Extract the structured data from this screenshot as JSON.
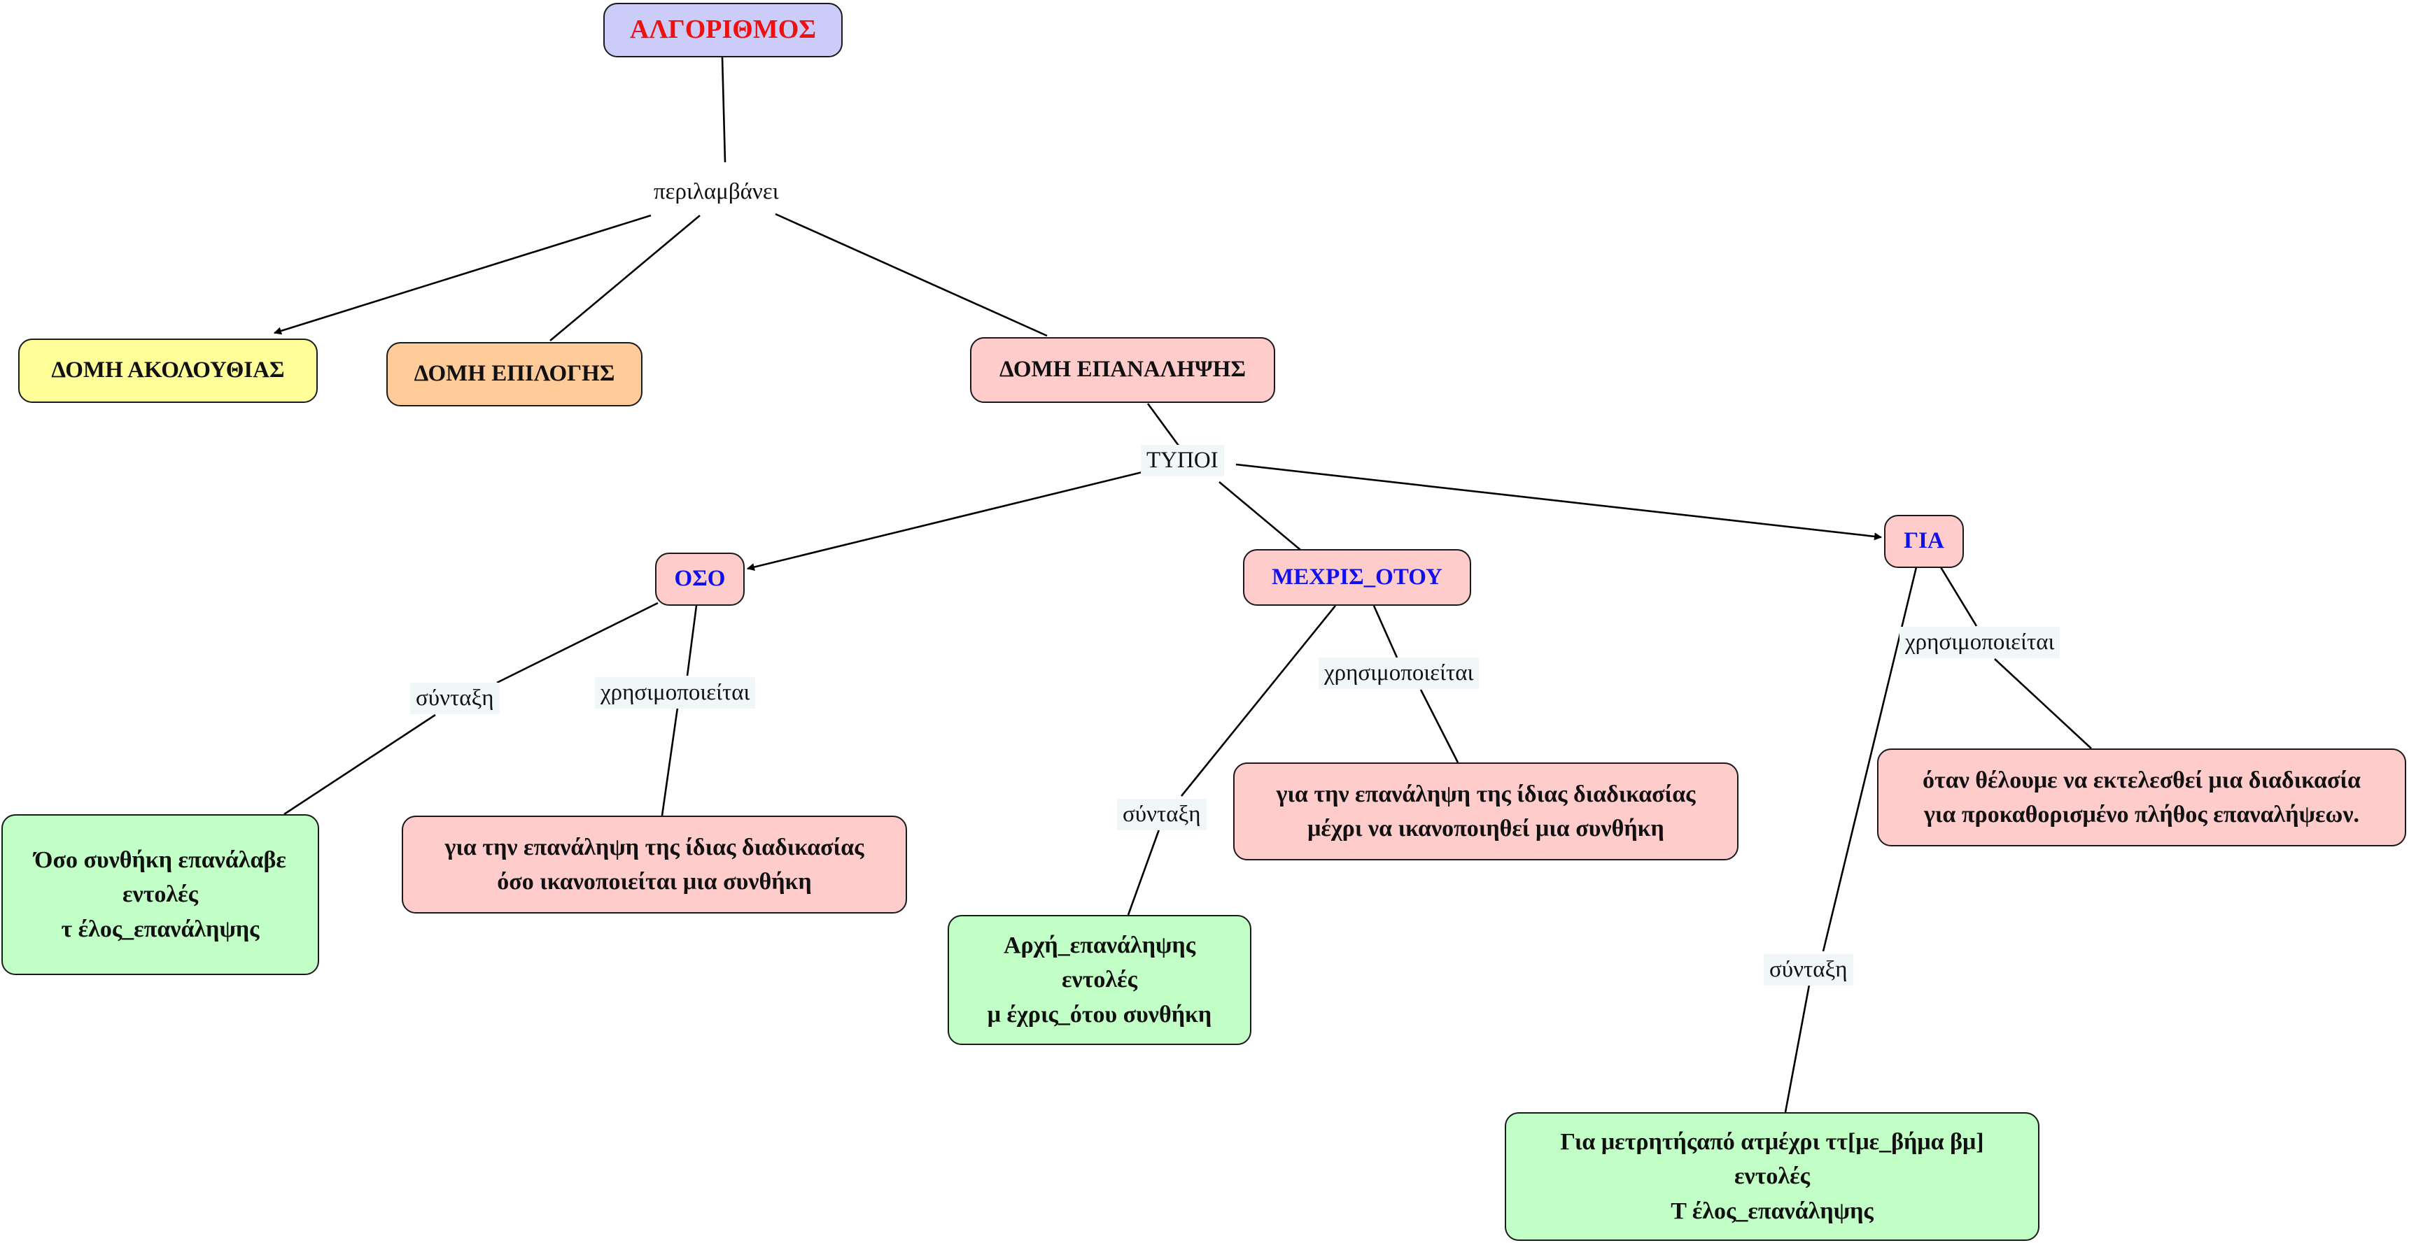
{
  "colors": {
    "title_fill": "#ccccf9",
    "title_text": "#ee1111",
    "sequence_fill": "#ffff99",
    "selection_fill": "#ffcc99",
    "repetition_fill": "#ffcccc",
    "syntax_fill": "#c2ffc6",
    "loop_name_text": "#1010ee",
    "label_bg": "#f1f6f8"
  },
  "nodes": {
    "root": "ΑΛΓΟΡΙΘΜΟΣ",
    "sequence": "ΔΟΜΗ ΑΚΟΛΟΥΘΙΑΣ",
    "selection": "ΔΟΜΗ ΕΠΙΛΟΓΗΣ",
    "repetition": "ΔΟΜΗ ΕΠΑΝΑΛΗΨΗΣ",
    "while": "ΟΣΟ",
    "until": "ΜΕΧΡΙΣ_ΟΤΟΥ",
    "for": "ΓΙΑ",
    "while_syntax": "Όσο συνθήκη επανάλαβε\nεντολές\nτ έλος_επανάληψης",
    "while_use": "για την επανάληψη της ίδιας διαδικασίας\nόσο ικανοποιείται μια συνθήκη",
    "until_syntax": "Αρχή_επανάληψης\nεντολές\nμ έχρις_ότου συνθήκη",
    "until_use": "για την επανάληψη της ίδιας διαδικασίας\nμέχρι να ικανοποιηθεί μια συνθήκη",
    "for_use": "όταν θέλουμε να εκτελεσθεί μια διαδικασία\nγια προκαθορισμένο πλήθος επαναλήψεων.",
    "for_syntax": "Για μετρητήςαπό ατμέχρι ττ[με_βήμα βμ]\nεντολές\nΤ έλος_επανάληψης"
  },
  "links": {
    "includes": "περιλαμβάνει",
    "types": "ΤΥΠΟΙ",
    "while_syntax": "σύνταξη",
    "while_use": "χρησιμοποιείται",
    "until_use": "χρησιμοποιείται",
    "until_syntax": "σύνταξη",
    "for_use": "χρησιμοποιείται",
    "for_syntax": "σύνταξη"
  }
}
